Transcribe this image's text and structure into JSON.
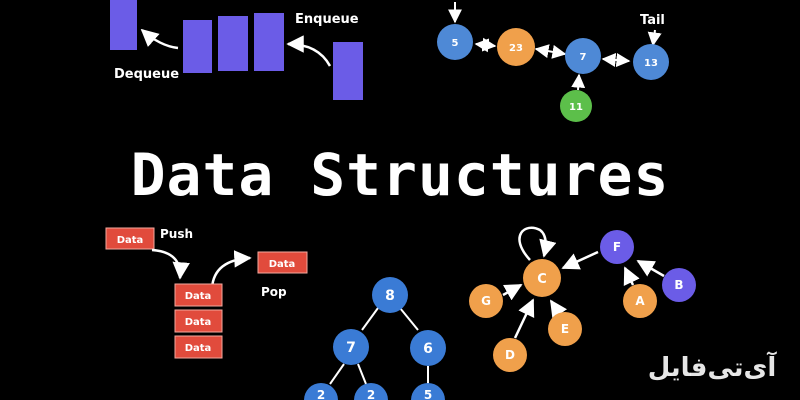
{
  "title": "Data Structures",
  "colors": {
    "background": "#000000",
    "queue_block": "#6b5ce7",
    "list_node": "#f0a04b",
    "list_node_a": "#4e89d6",
    "list_node_green": "#5cbf4a",
    "stack_block": "#e14b3c",
    "tree_node": "#3a7bd5",
    "graph_orange": "#f0a04b",
    "graph_purple": "#6b5ce7",
    "text": "#ffffff"
  },
  "queue": {
    "dequeue_label": "Dequeue",
    "enqueue_label": "Enqueue"
  },
  "linked_list": {
    "nodes": [
      "5",
      "23",
      "7",
      "13",
      "11"
    ],
    "tail_label": "Tail"
  },
  "stack": {
    "push_label": "Push",
    "pop_label": "Pop",
    "incoming_block": "Data",
    "popped_block": "Data",
    "blocks": [
      "Data",
      "Data",
      "Data"
    ]
  },
  "tree": {
    "nodes": [
      "8",
      "7",
      "6",
      "2",
      "2",
      "5"
    ]
  },
  "graph": {
    "nodes": [
      "C",
      "F",
      "G",
      "A",
      "B",
      "E",
      "D"
    ]
  },
  "watermark": {
    "text": "آی‌تی‌فایل"
  }
}
